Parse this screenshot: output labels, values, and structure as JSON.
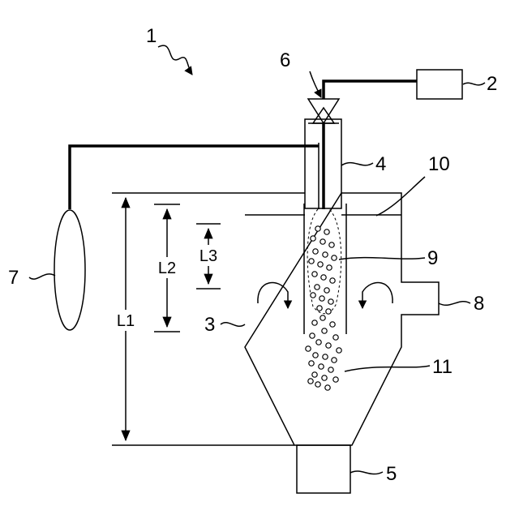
{
  "figure": {
    "number": "1",
    "callouts": {
      "gas_source": "2",
      "vessel": "3",
      "nozzle": "4",
      "collector": "5",
      "valve": "6",
      "bag": "7",
      "outlet": "8",
      "droplet_stream": "9",
      "partition": "10",
      "particles": "11"
    },
    "dimensions": {
      "l1": "L1",
      "l2": "L2",
      "l3": "L3"
    }
  }
}
